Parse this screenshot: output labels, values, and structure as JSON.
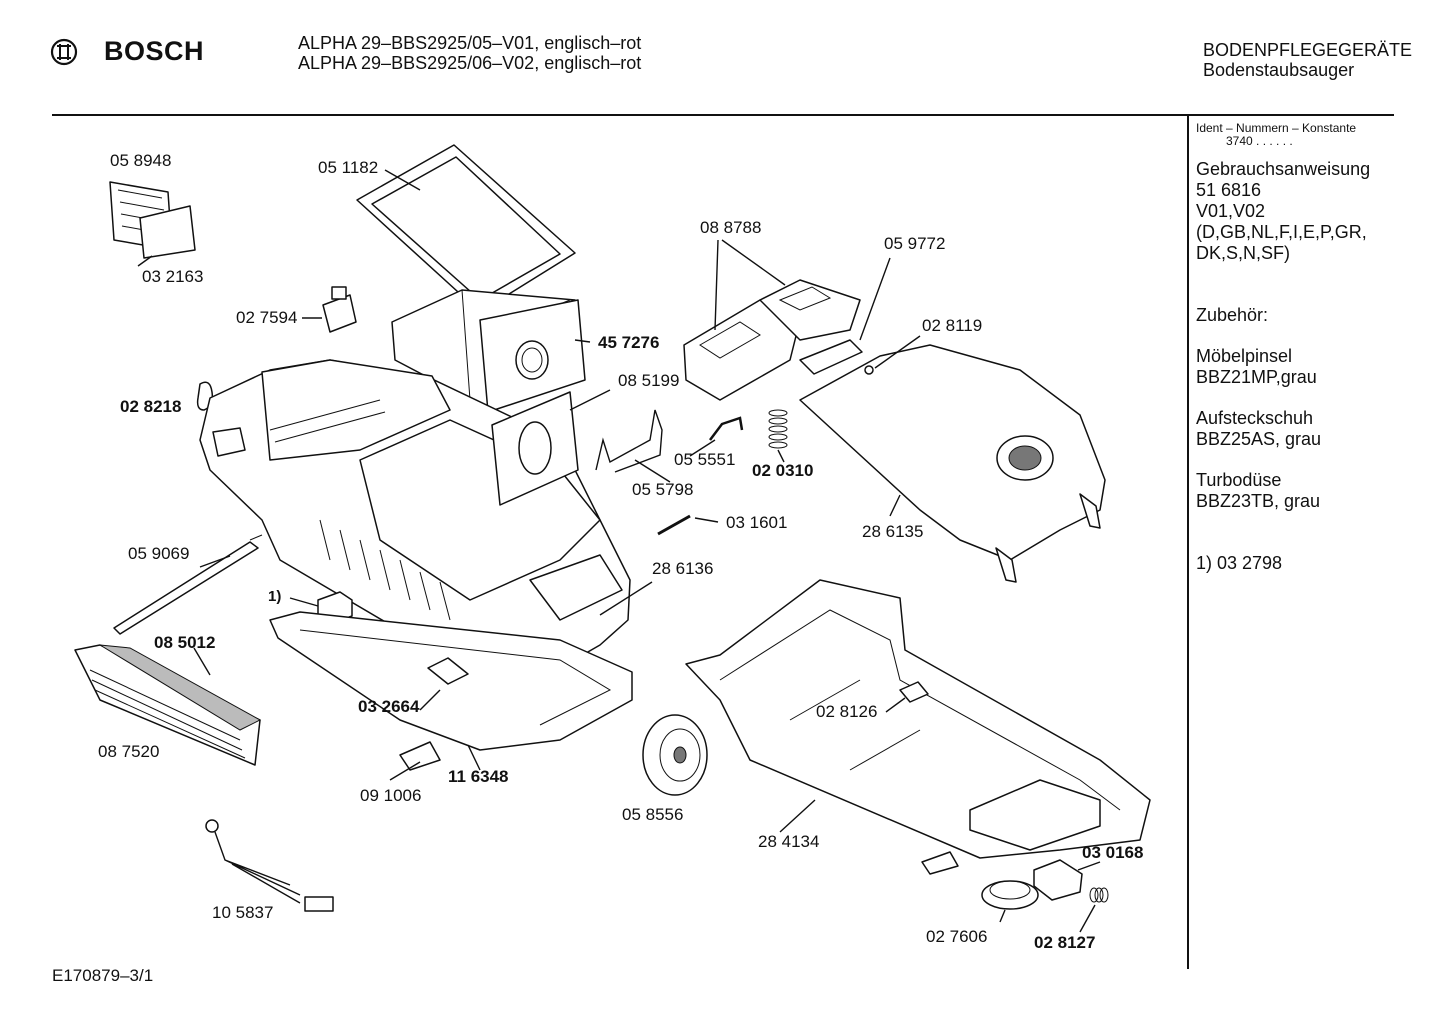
{
  "header": {
    "brand": "BOSCH",
    "model_line_1": "ALPHA 29–BBS2925/05–V01, englisch–rot",
    "model_line_2": "ALPHA 29–BBS2925/06–V02, englisch–rot",
    "category_1": "BODENPFLEGEGERÄTE",
    "category_2": "Bodenstaubsauger"
  },
  "sidebar": {
    "ident_label": "Ident – Nummern – Konstante",
    "ident_value": "3740  . .    . . . .",
    "manual_title": "Gebrauchsanweisung",
    "manual_number": "51 6816",
    "manual_versions": "V01,V02",
    "manual_languages_1": "(D,GB,NL,F,I,E,P,GR,",
    "manual_languages_2": "DK,S,N,SF)",
    "accessories_title": "Zubehör:",
    "accessories": [
      {
        "name": "Möbelpinsel",
        "code": "BBZ21MP,grau"
      },
      {
        "name": "Aufsteckschuh",
        "code": "BBZ25AS, grau"
      },
      {
        "name": "Turbodüse",
        "code": "BBZ23TB, grau"
      }
    ],
    "footnote": "1)  03 2798"
  },
  "parts": [
    "05 8948",
    "03 2163",
    "05 1182",
    "02 7594",
    "45 7276",
    "02 8218",
    "08 8788",
    "05 9772",
    "02 8119",
    "08 5199",
    "05 5551",
    "02 0310",
    "05 5798",
    "03 1601",
    "28 6135",
    "05 9069",
    "28 6136",
    "1)",
    "08 5012",
    "03 2664",
    "02 8126",
    "08 7520",
    "11 6348",
    "09 1006",
    "05 8556",
    "28 4134",
    "03 0168",
    "10 5837",
    "02 7606",
    "02 8127"
  ],
  "footer": {
    "drawing_id": "E170879–3/1"
  }
}
